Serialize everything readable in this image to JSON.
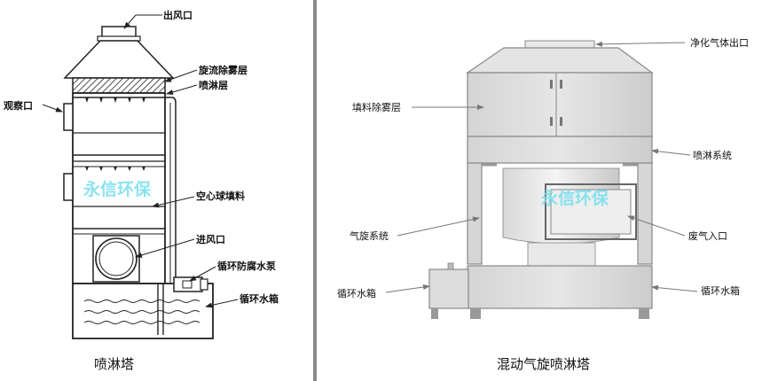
{
  "left_diagram": {
    "caption": "喷淋塔",
    "labels": {
      "outlet": "出风口",
      "demister": "旋流除雾层",
      "spray_layer": "喷淋层",
      "observation_port": "观察口",
      "packing": "空心球填料",
      "inlet": "进风口",
      "pump": "循环防腐水泵",
      "water_tank": "循环水箱"
    },
    "watermark": "永信环保"
  },
  "right_diagram": {
    "caption": "混动气旋喷淋塔",
    "labels": {
      "clean_outlet": "净化气体出口",
      "packing_demister": "填料除雾层",
      "spray_system": "喷淋系统",
      "cyclone_system": "气旋系统",
      "waste_inlet": "废气入口",
      "water_tank_left": "循环水箱",
      "water_tank_right": "循环水箱"
    },
    "watermark": "永信环保"
  }
}
